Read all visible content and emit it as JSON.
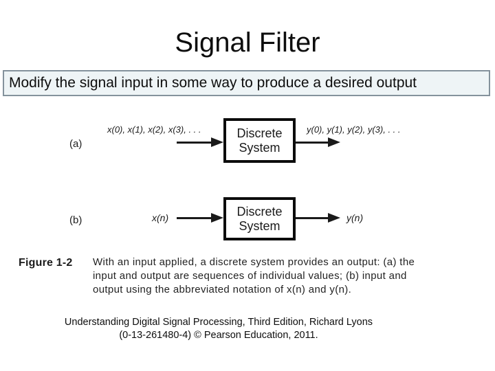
{
  "slide": {
    "title": "Signal Filter",
    "subtitle": "Modify the signal input in some way to produce a desired output"
  },
  "diagram": {
    "rows": [
      {
        "label": "(a)",
        "input_label": "x(0), x(1), x(2), x(3), . . .",
        "box_line1": "Discrete",
        "box_line2": "System",
        "output_label": "y(0), y(1), y(2), y(3), . . ."
      },
      {
        "label": "(b)",
        "input_label": "x(n)",
        "box_line1": "Discrete",
        "box_line2": "System",
        "output_label": "y(n)"
      }
    ]
  },
  "figure": {
    "label": "Figure 1-2",
    "caption_lines": [
      "With an input applied, a discrete system provides an output: (a) the",
      "input and output are sequences of individual values; (b) input and",
      "output using the abbreviated notation of x(n) and y(n)."
    ]
  },
  "attribution": {
    "line1": "Understanding Digital Signal Processing, Third Edition, Richard Lyons",
    "line2": "(0-13-261480-4) © Pearson Education, 2011."
  },
  "colors": {
    "subtitle_bg": "#eef4f6",
    "subtitle_border": "#84929c",
    "text": "#111111",
    "diagram_line": "#1a1a1a"
  }
}
